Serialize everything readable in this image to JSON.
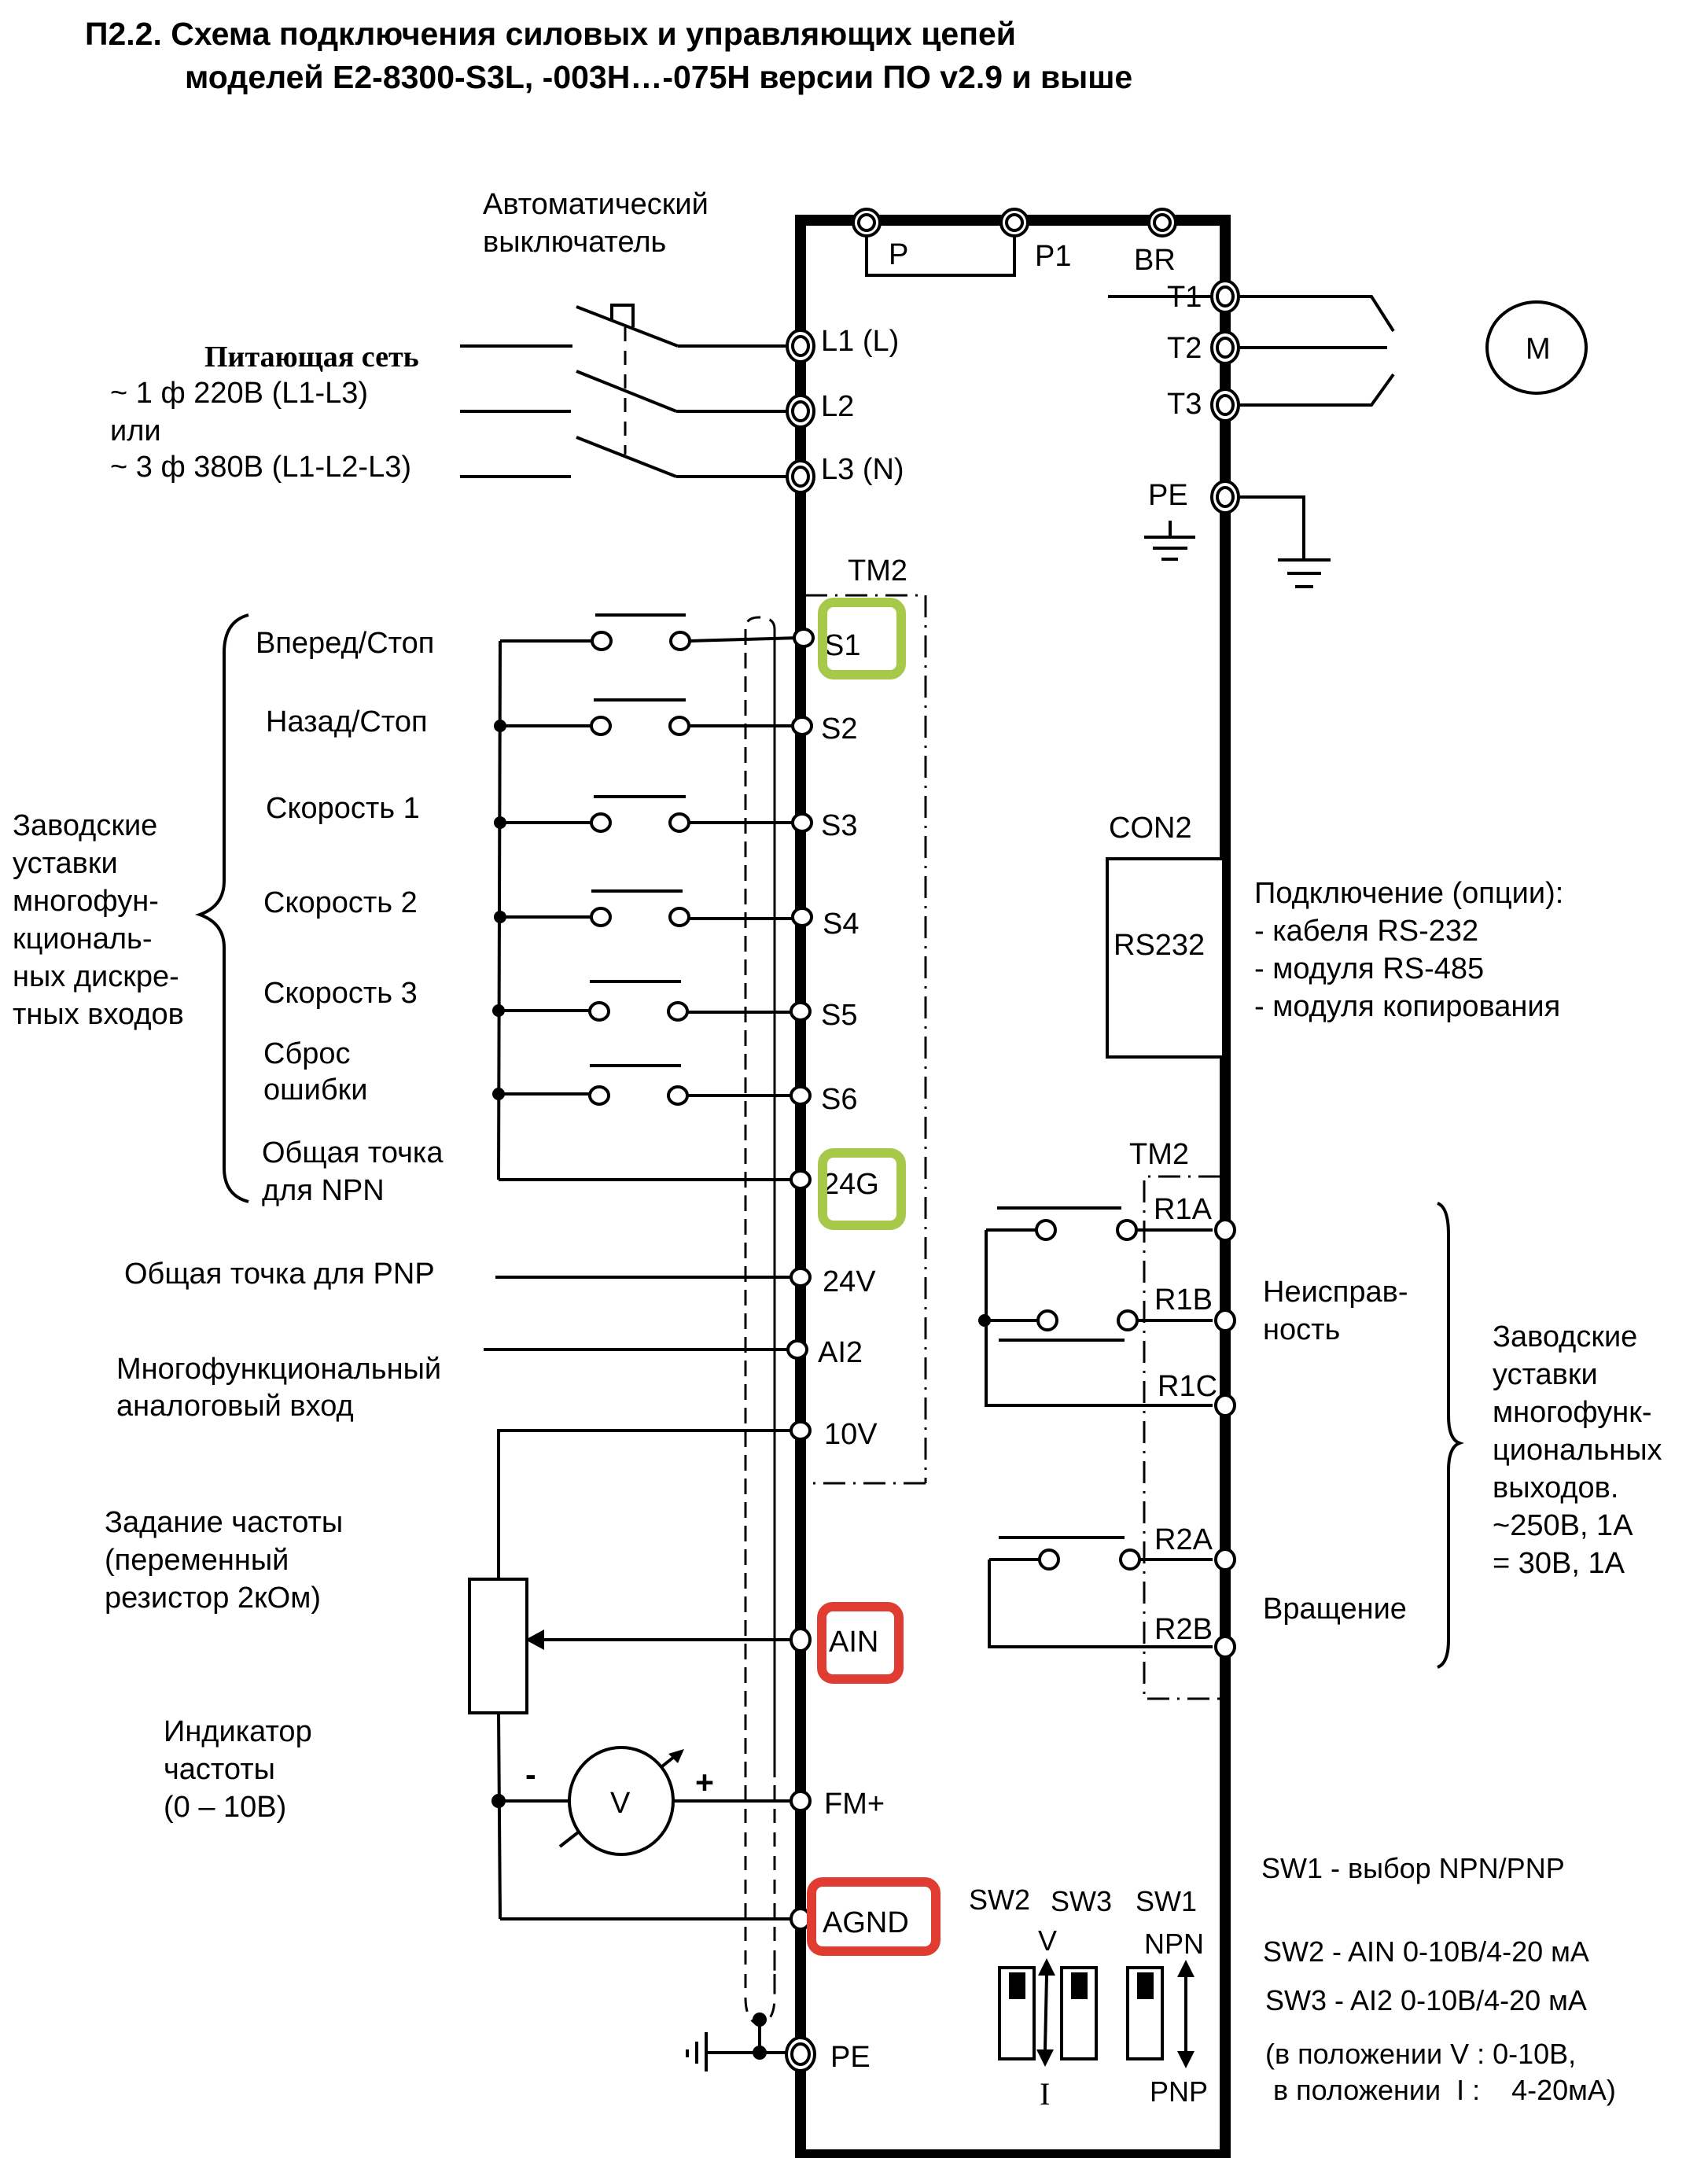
{
  "title": {
    "line1": "П2.2. Схема подключения силовых и управляющих цепей",
    "line2": "моделей E2-8300-S3L, -003H…-075H версии ПО v2.9 и выше"
  },
  "power": {
    "breaker_label_1": "Автоматический",
    "breaker_label_2": "выключатель",
    "supply_title": "Питающая сеть",
    "supply_line1": "~ 1 ф 220В (L1-L3)",
    "supply_line2": "или",
    "supply_line3": "~ 3 ф 380В (L1-L2-L3)",
    "terminals": [
      "L1 (L)",
      "L2",
      "L3 (N)"
    ],
    "top_terminals": [
      "P",
      "P1",
      "BR"
    ],
    "output_terminals": [
      "T1",
      "T2",
      "T3"
    ],
    "motor_label": "M",
    "pe_label": "PE"
  },
  "digital_inputs": {
    "group_label": [
      "Заводские",
      "уставки",
      "многофун-",
      "кциональ-",
      "ных дискре-",
      "тных входов"
    ],
    "block_label": "TM2",
    "items": [
      {
        "label": "Вперед/Стоп",
        "terminal": "S1"
      },
      {
        "label": "Назад/Стоп",
        "terminal": "S2"
      },
      {
        "label": "Скорость 1",
        "terminal": "S3"
      },
      {
        "label": "Скорость 2",
        "terminal": "S4"
      },
      {
        "label": "Скорость 3",
        "terminal": "S5"
      },
      {
        "label": "Сброс ошибки",
        "label_lines": [
          "Сброс",
          "ошибки"
        ],
        "terminal": "S6"
      }
    ],
    "npn_common": {
      "label_lines": [
        "Общая точка",
        " для NPN"
      ],
      "terminal": "24G"
    },
    "pnp_common": {
      "label": "Общая точка для PNP",
      "terminal": "24V"
    }
  },
  "analog": {
    "ai2": {
      "label_lines": [
        "Многофункциональный",
        "аналоговый вход"
      ],
      "terminal": "AI2"
    },
    "v10_terminal": "10V",
    "pot": {
      "label_lines": [
        "Задание частоты",
        "(переменный",
        "резистор 2кОм)"
      ],
      "terminal": "AIN"
    },
    "meter": {
      "label_lines": [
        "Индикатор",
        "частоты",
        "(0 – 10В)"
      ],
      "symbol": "V",
      "minus": "-",
      "plus": "+",
      "terminal": "FM+"
    },
    "agnd_terminal": "AGND",
    "pe_label": "PE"
  },
  "comm": {
    "connector_label": "CON2",
    "port_label": "RS232",
    "description": [
      "Подключение (опции):",
      "- кабеля RS-232",
      "- модуля RS-485",
      "- модуля копирования"
    ]
  },
  "relays": {
    "block_label": "TM2",
    "terminals": [
      "R1A",
      "R1B",
      "R1C",
      "R2A",
      "R2B"
    ],
    "fault_label": [
      "Неисправ-",
      "ность"
    ],
    "run_label": "Вращение",
    "group_label": [
      "Заводские",
      "уставки",
      "многофунк-",
      "циональных",
      "выходов.",
      "~250В, 1А",
      " = 30В, 1А"
    ]
  },
  "switches": {
    "names": [
      "SW2",
      "SW3",
      "SW1"
    ],
    "v_label": "V",
    "i_label": "I",
    "npn_label": "NPN",
    "pnp_label": "PNP",
    "notes": [
      "SW1 -  выбор NPN/PNP",
      "SW2 -  AIN  0-10В/4-20 мА",
      "SW3 - AI2  0-10В/4-20 мА",
      "(в положении V :   0-10В,",
      " в положении  I :    4-20мА)"
    ]
  },
  "highlights": {
    "green": "#a6c94a",
    "red": "#e03c31"
  }
}
